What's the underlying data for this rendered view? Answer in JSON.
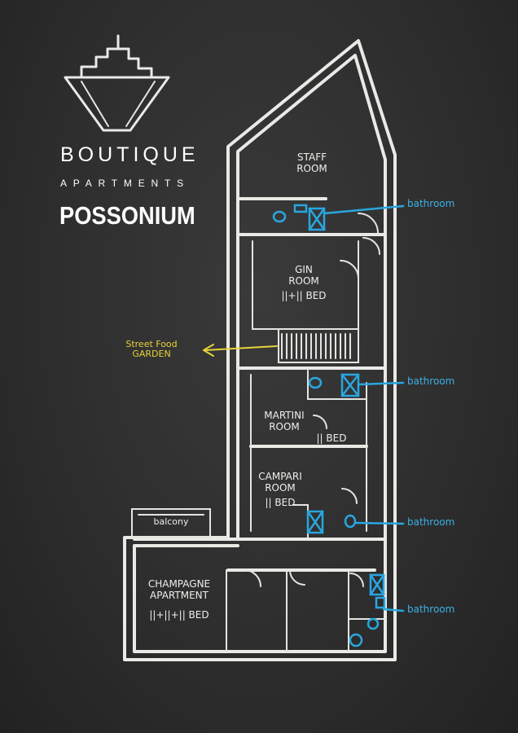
{
  "brand": {
    "line1": "BOUTIQUE",
    "line2": "APARTMENTS",
    "line3": "POSSONIUM"
  },
  "rooms": {
    "staff": {
      "name1": "STAFF",
      "name2": "ROOM"
    },
    "gin": {
      "name1": "GIN",
      "name2": "ROOM",
      "beds": "||+|| BED"
    },
    "martini": {
      "name1": "MARTINI",
      "name2": "ROOM",
      "beds": "|| BED"
    },
    "campari": {
      "name1": "CAMPARI",
      "name2": "ROOM",
      "beds": "|| BED"
    },
    "champagne": {
      "name1": "CHAMPAGNE",
      "name2": "APARTMENT",
      "beds": "||+||+|| BED"
    },
    "balcony": "balcony"
  },
  "annotations": {
    "bathroom": "bathroom",
    "street_food_1": "Street Food",
    "street_food_2": "GARDEN"
  },
  "colors": {
    "chalk": "#e9e9e6",
    "board": "#2e2e2e",
    "bathroom_blue": "#29a6e0",
    "street_food_yellow": "#e7d23a"
  }
}
